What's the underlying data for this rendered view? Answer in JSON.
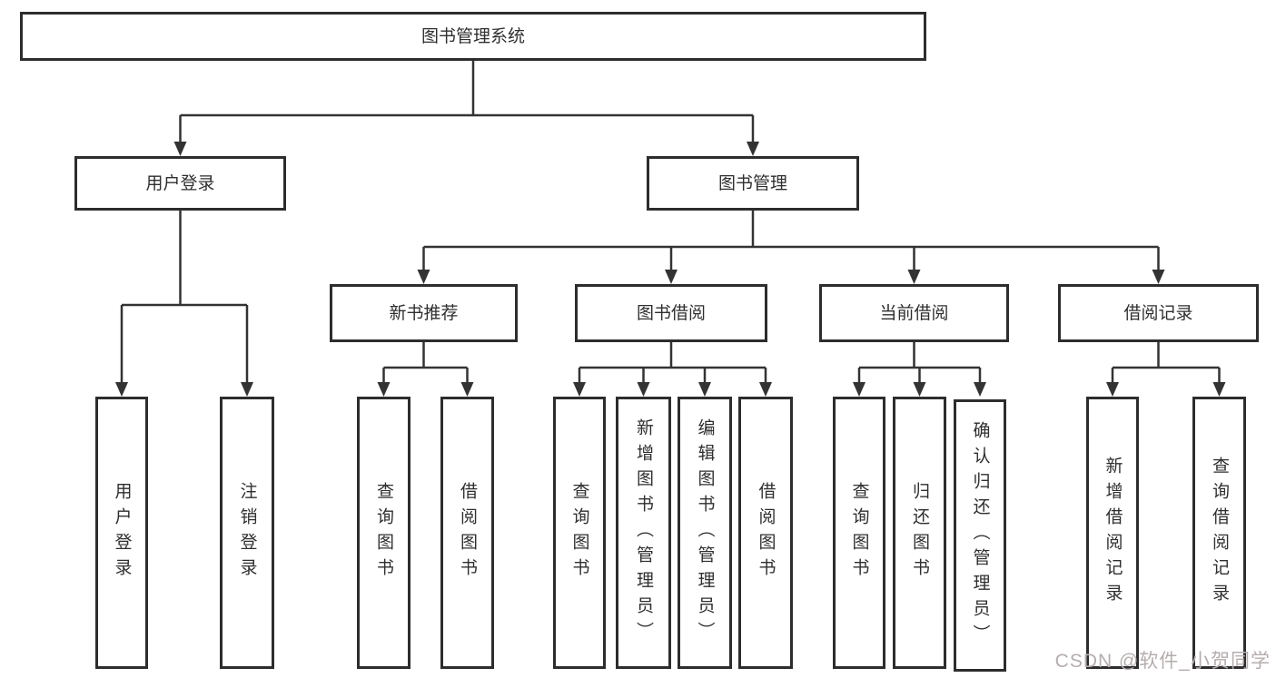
{
  "colors": {
    "line": "#333333",
    "box_border": "#2d2d2d",
    "text": "#2f2f2f",
    "watermark": "#b5adad",
    "background": "#ffffff"
  },
  "tree": {
    "root": {
      "label": "图书管理系统"
    },
    "branches": [
      {
        "label": "用户登录",
        "children": [
          {
            "label": "用户登录"
          },
          {
            "label": "注销登录"
          }
        ]
      },
      {
        "label": "图书管理",
        "children": [
          {
            "label": "新书推荐",
            "children": [
              {
                "label": "查询图书"
              },
              {
                "label": "借阅图书"
              }
            ]
          },
          {
            "label": "图书借阅",
            "children": [
              {
                "label": "查询图书"
              },
              {
                "label": "新增图书（管理员）"
              },
              {
                "label": "编辑图书（管理员）"
              },
              {
                "label": "借阅图书"
              }
            ]
          },
          {
            "label": "当前借阅",
            "children": [
              {
                "label": "查询图书"
              },
              {
                "label": "归还图书"
              },
              {
                "label": "确认归还（管理员）"
              }
            ]
          },
          {
            "label": "借阅记录",
            "children": [
              {
                "label": "新增借阅记录"
              },
              {
                "label": "查询借阅记录"
              }
            ]
          }
        ]
      }
    ]
  },
  "watermark": {
    "text": "CSDN @软件_小贺同学"
  }
}
